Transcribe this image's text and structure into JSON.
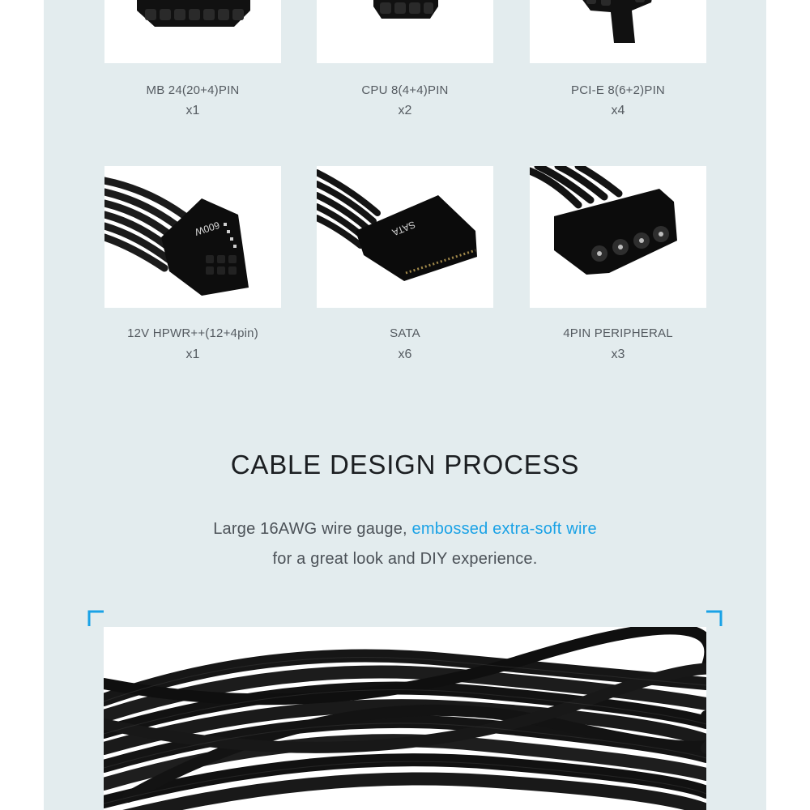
{
  "connectors": [
    {
      "name": "MB 24(20+4)PIN",
      "qty": "x1"
    },
    {
      "name": "CPU 8(4+4)PIN",
      "qty": "x2"
    },
    {
      "name": "PCI-E 8(6+2)PIN",
      "qty": "x4"
    },
    {
      "name": "12V HPWR++(12+4pin)",
      "qty": "x1",
      "marking": "600W"
    },
    {
      "name": "SATA",
      "qty": "x6",
      "marking": "SATA"
    },
    {
      "name": "4PIN PERIPHERAL",
      "qty": "x3"
    }
  ],
  "section": {
    "title": "CABLE DESIGN PROCESS",
    "line1_prefix": "Large 16AWG wire gauge, ",
    "line1_highlight": "embossed extra-soft wire",
    "line2": "for a great look and DIY experience."
  },
  "colors": {
    "background_panel": "#e3ecee",
    "accent": "#1aa2e6",
    "text": "#555b61",
    "heading": "#1c1f22"
  }
}
